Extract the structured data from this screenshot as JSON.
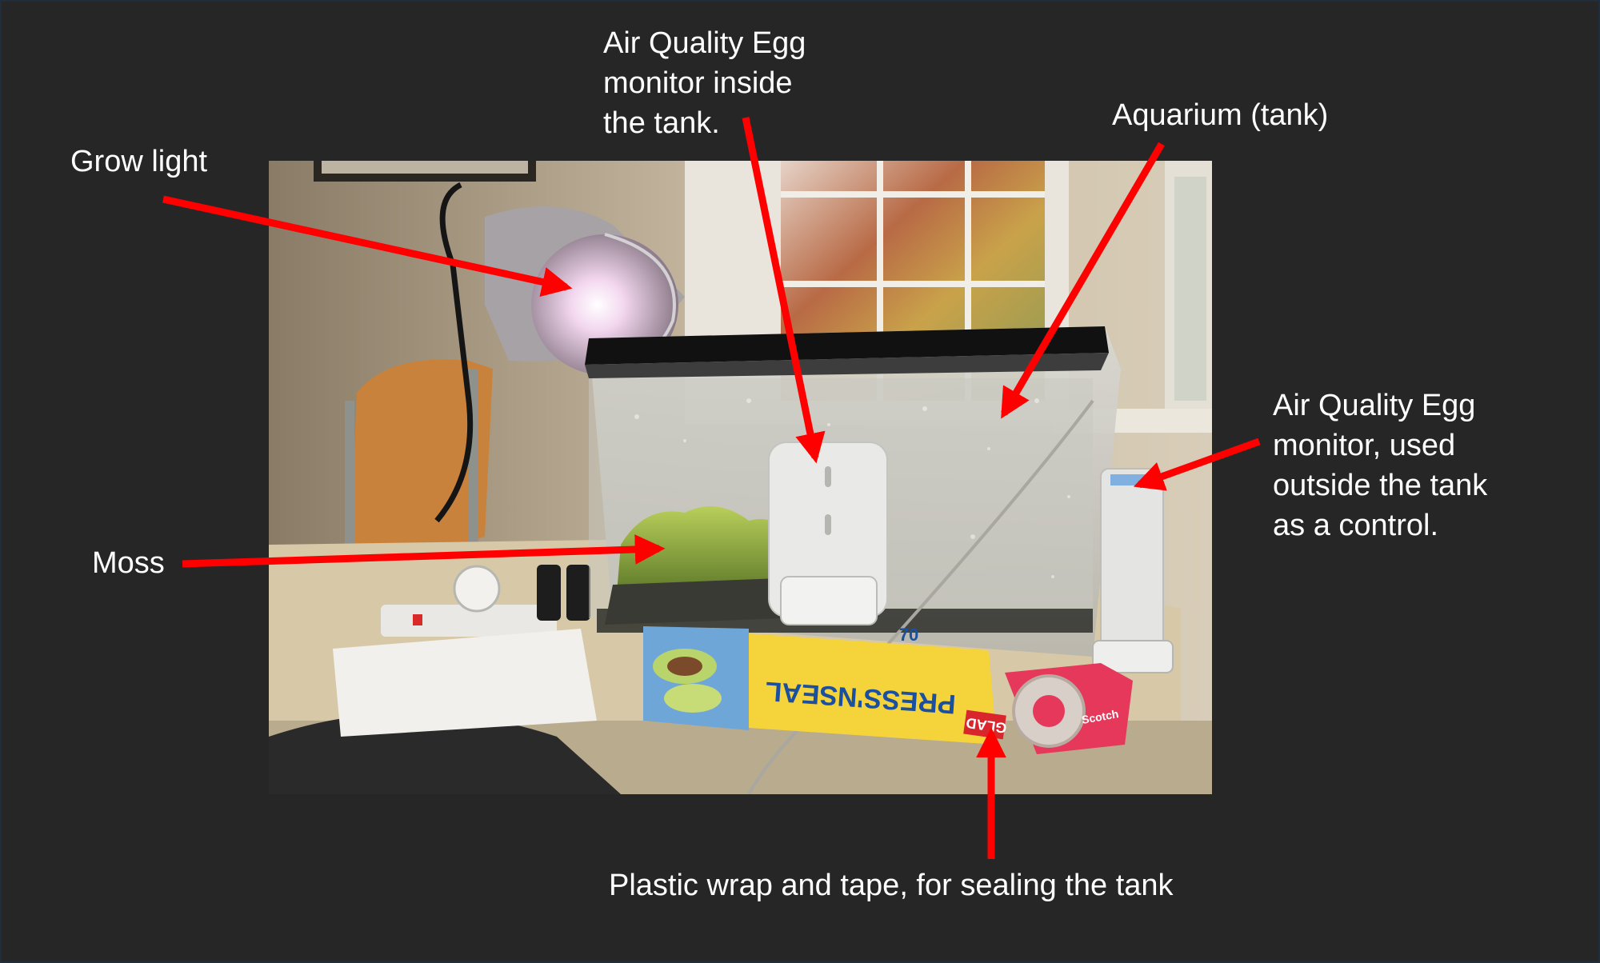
{
  "labels": {
    "grow_light": "Grow light",
    "egg_inside": "Air Quality Egg\nmonitor inside\nthe tank.",
    "aquarium": "Aquarium (tank)",
    "egg_outside": "Air Quality Egg\nmonitor, used\noutside the tank\nas a control.",
    "moss": "Moss",
    "wrap_tape": "Plastic wrap and tape, for sealing the tank"
  },
  "photo_text": {
    "wrap_box_brand": "GLAD",
    "wrap_box_product": "PRESS'NSEAL",
    "wrap_box_count": "70",
    "tape_brand": "Scotch"
  },
  "colors": {
    "background": "#262626",
    "label_text": "#ffffff",
    "arrow": "#ff0000"
  }
}
